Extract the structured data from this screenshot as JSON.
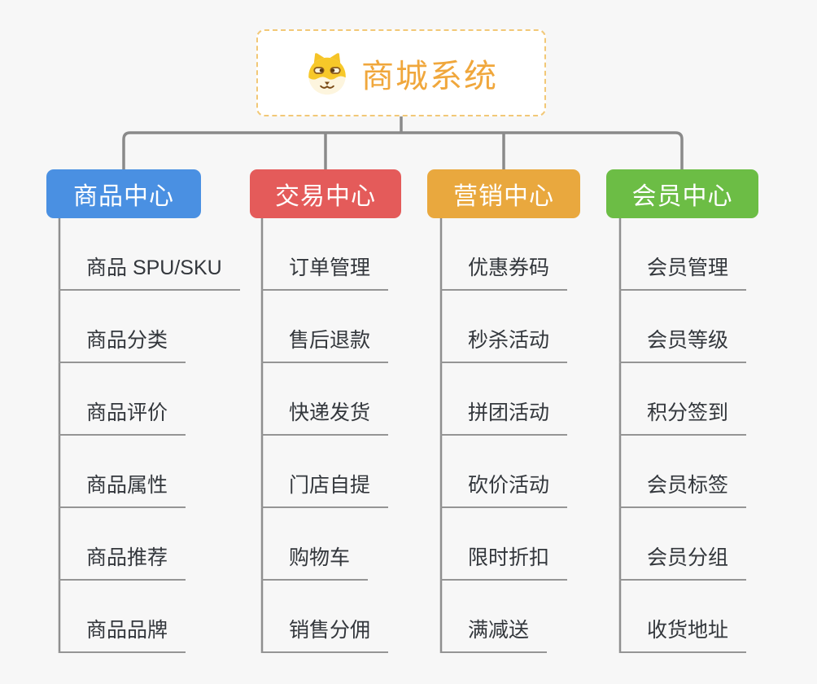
{
  "root": {
    "title": "商城系统",
    "icon": "doge-face-icon",
    "text_color": "#f0a73c",
    "border_color": "#f2c877"
  },
  "branches": [
    {
      "label": "商品中心",
      "color": "#4a90e2",
      "items": [
        "商品 SPU/SKU",
        "商品分类",
        "商品评价",
        "商品属性",
        "商品推荐",
        "商品品牌"
      ]
    },
    {
      "label": "交易中心",
      "color": "#e45b5a",
      "items": [
        "订单管理",
        "售后退款",
        "快递发货",
        "门店自提",
        "购物车",
        "销售分佣"
      ]
    },
    {
      "label": "营销中心",
      "color": "#e9a83e",
      "items": [
        "优惠券码",
        "秒杀活动",
        "拼团活动",
        "砍价活动",
        "限时折扣",
        "满减送"
      ]
    },
    {
      "label": "会员中心",
      "color": "#6cbd45",
      "items": [
        "会员管理",
        "会员等级",
        "积分签到",
        "会员标签",
        "会员分组",
        "收货地址"
      ]
    }
  ],
  "colors": {
    "background": "#f7f7f7",
    "connector": "#8a8a8a",
    "leaf_underline": "#959595",
    "leaf_text": "#33373c"
  }
}
